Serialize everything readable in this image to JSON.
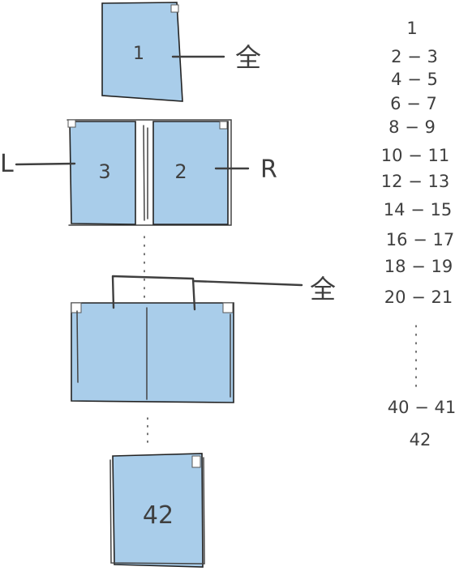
{
  "colors": {
    "page_fill": "#a9cdea",
    "ink": "#3f3f3f"
  },
  "diagram": {
    "page1": {
      "label": "1",
      "annotation": "全"
    },
    "spread": {
      "left_label": "3",
      "right_label": "2",
      "left_side": "L",
      "right_side": "R"
    },
    "bottom_spread": {
      "annotation": "全"
    },
    "last_page": {
      "label": "42"
    }
  },
  "page_list": [
    "1",
    "2 − 3",
    "4 − 5",
    "6 − 7",
    "8 − 9",
    "10 − 11",
    "12 − 13",
    "14 − 15",
    "16 − 17",
    "18 − 19",
    "20 − 21",
    "40 − 41",
    "42"
  ]
}
